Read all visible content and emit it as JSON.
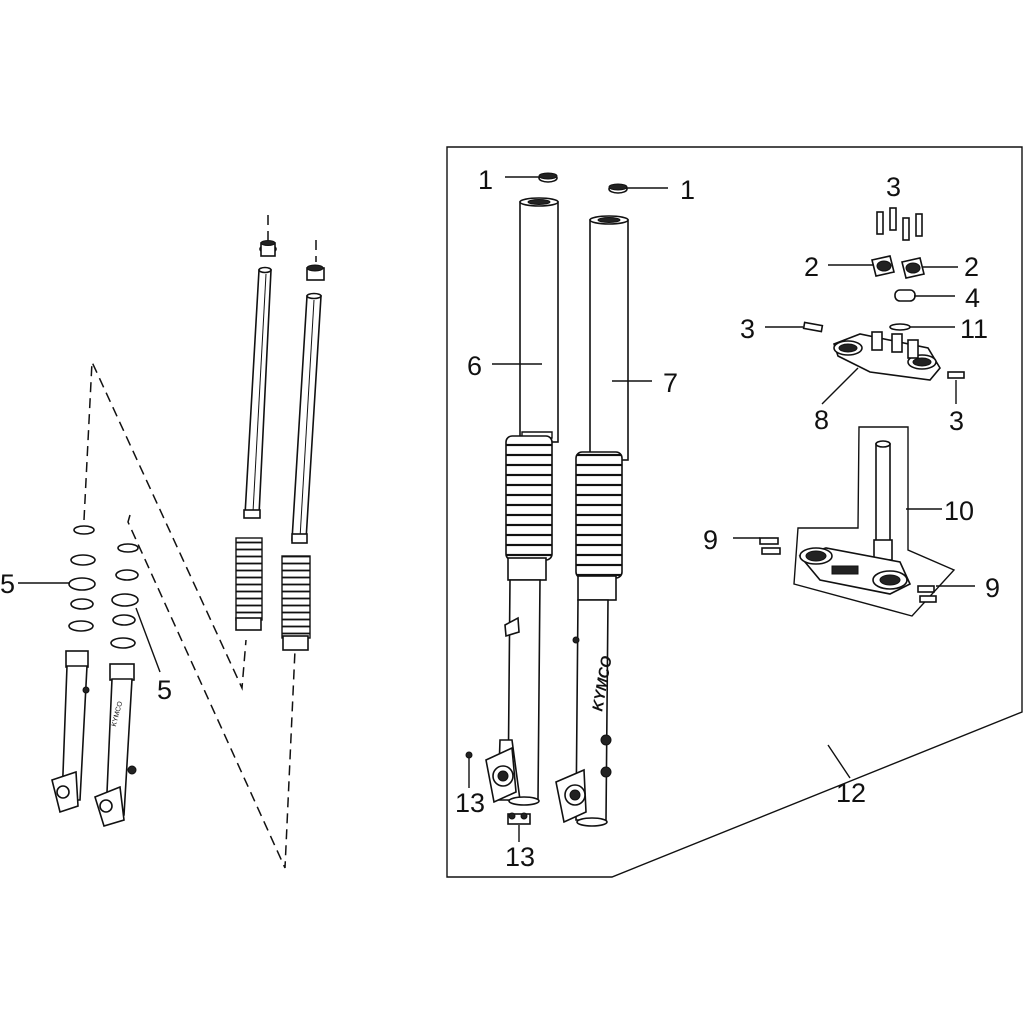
{
  "callouts": {
    "c1a": "1",
    "c1b": "1",
    "c2a": "2",
    "c2b": "2",
    "c3a": "3",
    "c3b": "3",
    "c3c": "3",
    "c4": "4",
    "c5a": "5",
    "c5b": "5",
    "c6": "6",
    "c7": "7",
    "c8": "8",
    "c9a": "9",
    "c9b": "9",
    "c10": "10",
    "c11": "11",
    "c12": "12",
    "c13a": "13",
    "c13b": "13"
  },
  "fork_logo": "KYMCO"
}
